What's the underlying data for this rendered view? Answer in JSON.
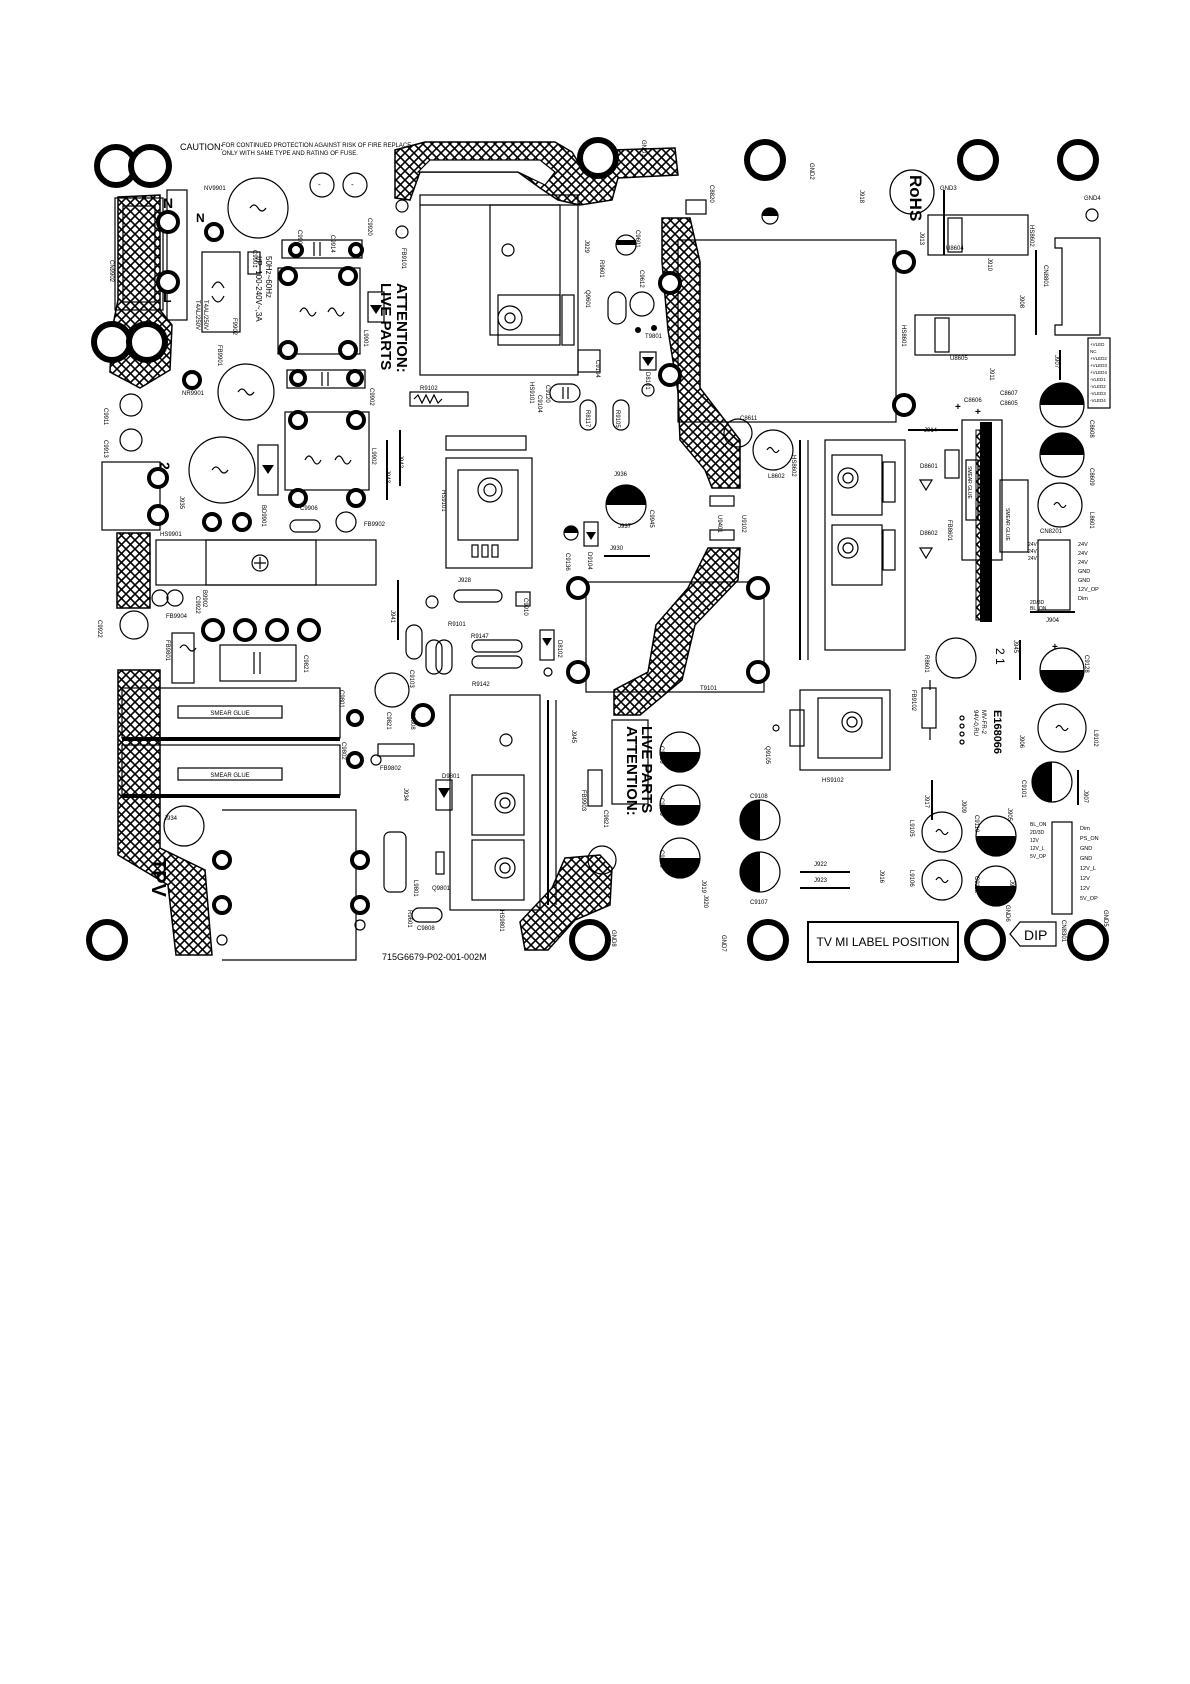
{
  "caution": {
    "heading": "CAUTION:",
    "line1": "FOR CONTINUED PROTECTION AGAINST RISK OF FIRE REPLACE",
    "line2": "ONLY WITH  SAME TYPE AND RATING OF FUSE."
  },
  "attention_top": {
    "line1": "ATTENTION:",
    "line2": "LIVE PARTS"
  },
  "attention_mid": {
    "line1": "ATTENTION:",
    "line2": "LIVE PARTS"
  },
  "rohs": "RoHS",
  "tpv": "TPV",
  "label_position": "TV MI LABEL POSITION",
  "dip": "DIP",
  "board_code": "715G6679-P02-001-002M",
  "input_rating": "I/P: 100-240V~,3A",
  "freq_rating": "50Hz~60Hz",
  "fuse_rating": "T4AL/250V",
  "fuse_rating2": "T4AL/250V",
  "fuse_name": "F9902",
  "cert_code": "E168066",
  "cert_sub": "MV-FR-2",
  "cert_sub2": "94V-0,RU",
  "smear_glue": [
    "SMEAR GLUE",
    "SMEAR GLUE",
    "SMEAR GLUE",
    "SMEAR GLUE"
  ],
  "mains_labels": {
    "N": "N",
    "L": "L",
    "N2": "N",
    "two": "2"
  },
  "phase_labels": {
    "two_one": "2 1"
  },
  "connector_cn8201": [
    "24V",
    "24V",
    "24V",
    "GND",
    "GND",
    "12V_OP",
    "Dim"
  ],
  "connector_cn8201_left": [
    "24V",
    "24V",
    "24V"
  ],
  "connector_cn8201_bottom": [
    "2D/3D",
    "BL_ON"
  ],
  "connector_cn8801": [
    "+VLED",
    "NC",
    "+VLED2",
    "+VLED3",
    "+VLED4",
    "-VLED1",
    "-VLED2",
    "-VLED3",
    "-VLED4"
  ],
  "connector_cn8301": [
    "Dim",
    "PS_ON",
    "GND",
    "GND",
    "12V_L",
    "12V",
    "12V",
    "5V_OP"
  ],
  "connector_cn8301_left": [
    "BL_ON",
    "2D/3D",
    "12V",
    "12V_L",
    "5V_OP"
  ],
  "ref_labels": {
    "c9922": "C9922",
    "fb9904": "FB9904",
    "hs9901": "HS9901",
    "j935": "J935",
    "cn9902": "CN9902",
    "nr9901": "NR9901",
    "c9911": "C9911",
    "c9913": "C9913",
    "fb9901": "FB9901",
    "c9901": "C9901",
    "c9902": "C9902",
    "c9914": "C9914",
    "c9920": "C9920",
    "fb9101": "FB9101",
    "l9901": "L9901",
    "l9902": "L9902",
    "bd9901": "BD9901",
    "fb9902": "FB9902",
    "c9906": "C9906",
    "j942": "J942",
    "j943": "J943",
    "hs9101": "HS9101",
    "r9102": "R9102",
    "j929": "J929",
    "q9601": "Q9601",
    "r9601": "R9601",
    "c9601": "C9601",
    "c9612": "C9612",
    "t9801": "T9801",
    "d8101": "D8101",
    "c9104": "C9104",
    "c9120": "C9120",
    "c9104b": "C9104",
    "r8117": "R8117",
    "r9105": "R9105",
    "j928": "J928",
    "r9101": "R9101",
    "r9147": "R9147",
    "r9142": "R9142",
    "c9103": "C9103",
    "c9910": "C9910",
    "d8102": "D8102",
    "j941": "J941",
    "c9922b": "C9922",
    "fb9801": "FB9801",
    "c9821": "C9821",
    "c9801": "C9801",
    "c9802": "C9802",
    "j936": "J936",
    "c9945": "C9945",
    "j937": "J937",
    "j930": "J930",
    "c9136": "C9136",
    "d9104": "D9104",
    "u9401": "U9401",
    "u9102": "U9102",
    "t9101": "T9101",
    "d9801": "D9801",
    "j945": "J945",
    "fb9903": "FB9903",
    "c9821b": "C9821",
    "hs9801": "HS9801",
    "c9808": "C9808",
    "q9801": "Q9801",
    "l9801": "L9801",
    "j934": "J934",
    "fb9802": "FB9802",
    "c9109": "C9109",
    "c9105": "C9105",
    "c9106": "C9106",
    "c9108": "C9108",
    "c9107": "C9107",
    "j919": "J919",
    "j920": "J920",
    "j922": "J922",
    "j923": "J923",
    "j916": "J916",
    "u8604": "U8604",
    "u8605": "U8605",
    "j910": "J910",
    "j911": "J911",
    "j913": "J913",
    "hs8601": "HS8601",
    "hs8602": "HS8602",
    "cn8801": "CN8801",
    "j908": "J908",
    "j918": "J918",
    "c8606": "C8606",
    "c8607": "C8607",
    "c8605": "C8605",
    "c8608": "C8608",
    "c8609": "C8609",
    "l8601": "L8601",
    "j914": "J914",
    "l8602": "L8602",
    "hs9102": "HS9102",
    "d8601": "D8601",
    "d8602": "D8602",
    "fb8601": "FB8601",
    "cn8201": "CN8201",
    "j904": "J904",
    "c9128": "C9128",
    "j906": "J906",
    "l9102": "L9102",
    "c9101": "C9101",
    "j907": "J907",
    "j905": "J905",
    "q9105": "Q9105",
    "fb9102": "FB9102",
    "j917": "J917",
    "j909": "J909",
    "l9105": "L9105",
    "l9106": "L9106",
    "c9110": "C9110",
    "c9112": "C9112",
    "cn8301": "CN8301",
    "c8820": "C8820",
    "gnd1": "GND1",
    "gnd2": "GND2",
    "gnd3": "GND3",
    "gnd4": "GND4",
    "gnd5": "GND5",
    "gnd6": "GND6",
    "gnd7": "GND7",
    "gnd8": "GND8",
    "gnd9": "GND9",
    "gnd10": "GND10",
    "fb8602": "FB8602",
    "c8611": "C8611",
    "r8601": "R8601",
    "nv9901": "NV9901",
    "b9902": "B9902"
  }
}
